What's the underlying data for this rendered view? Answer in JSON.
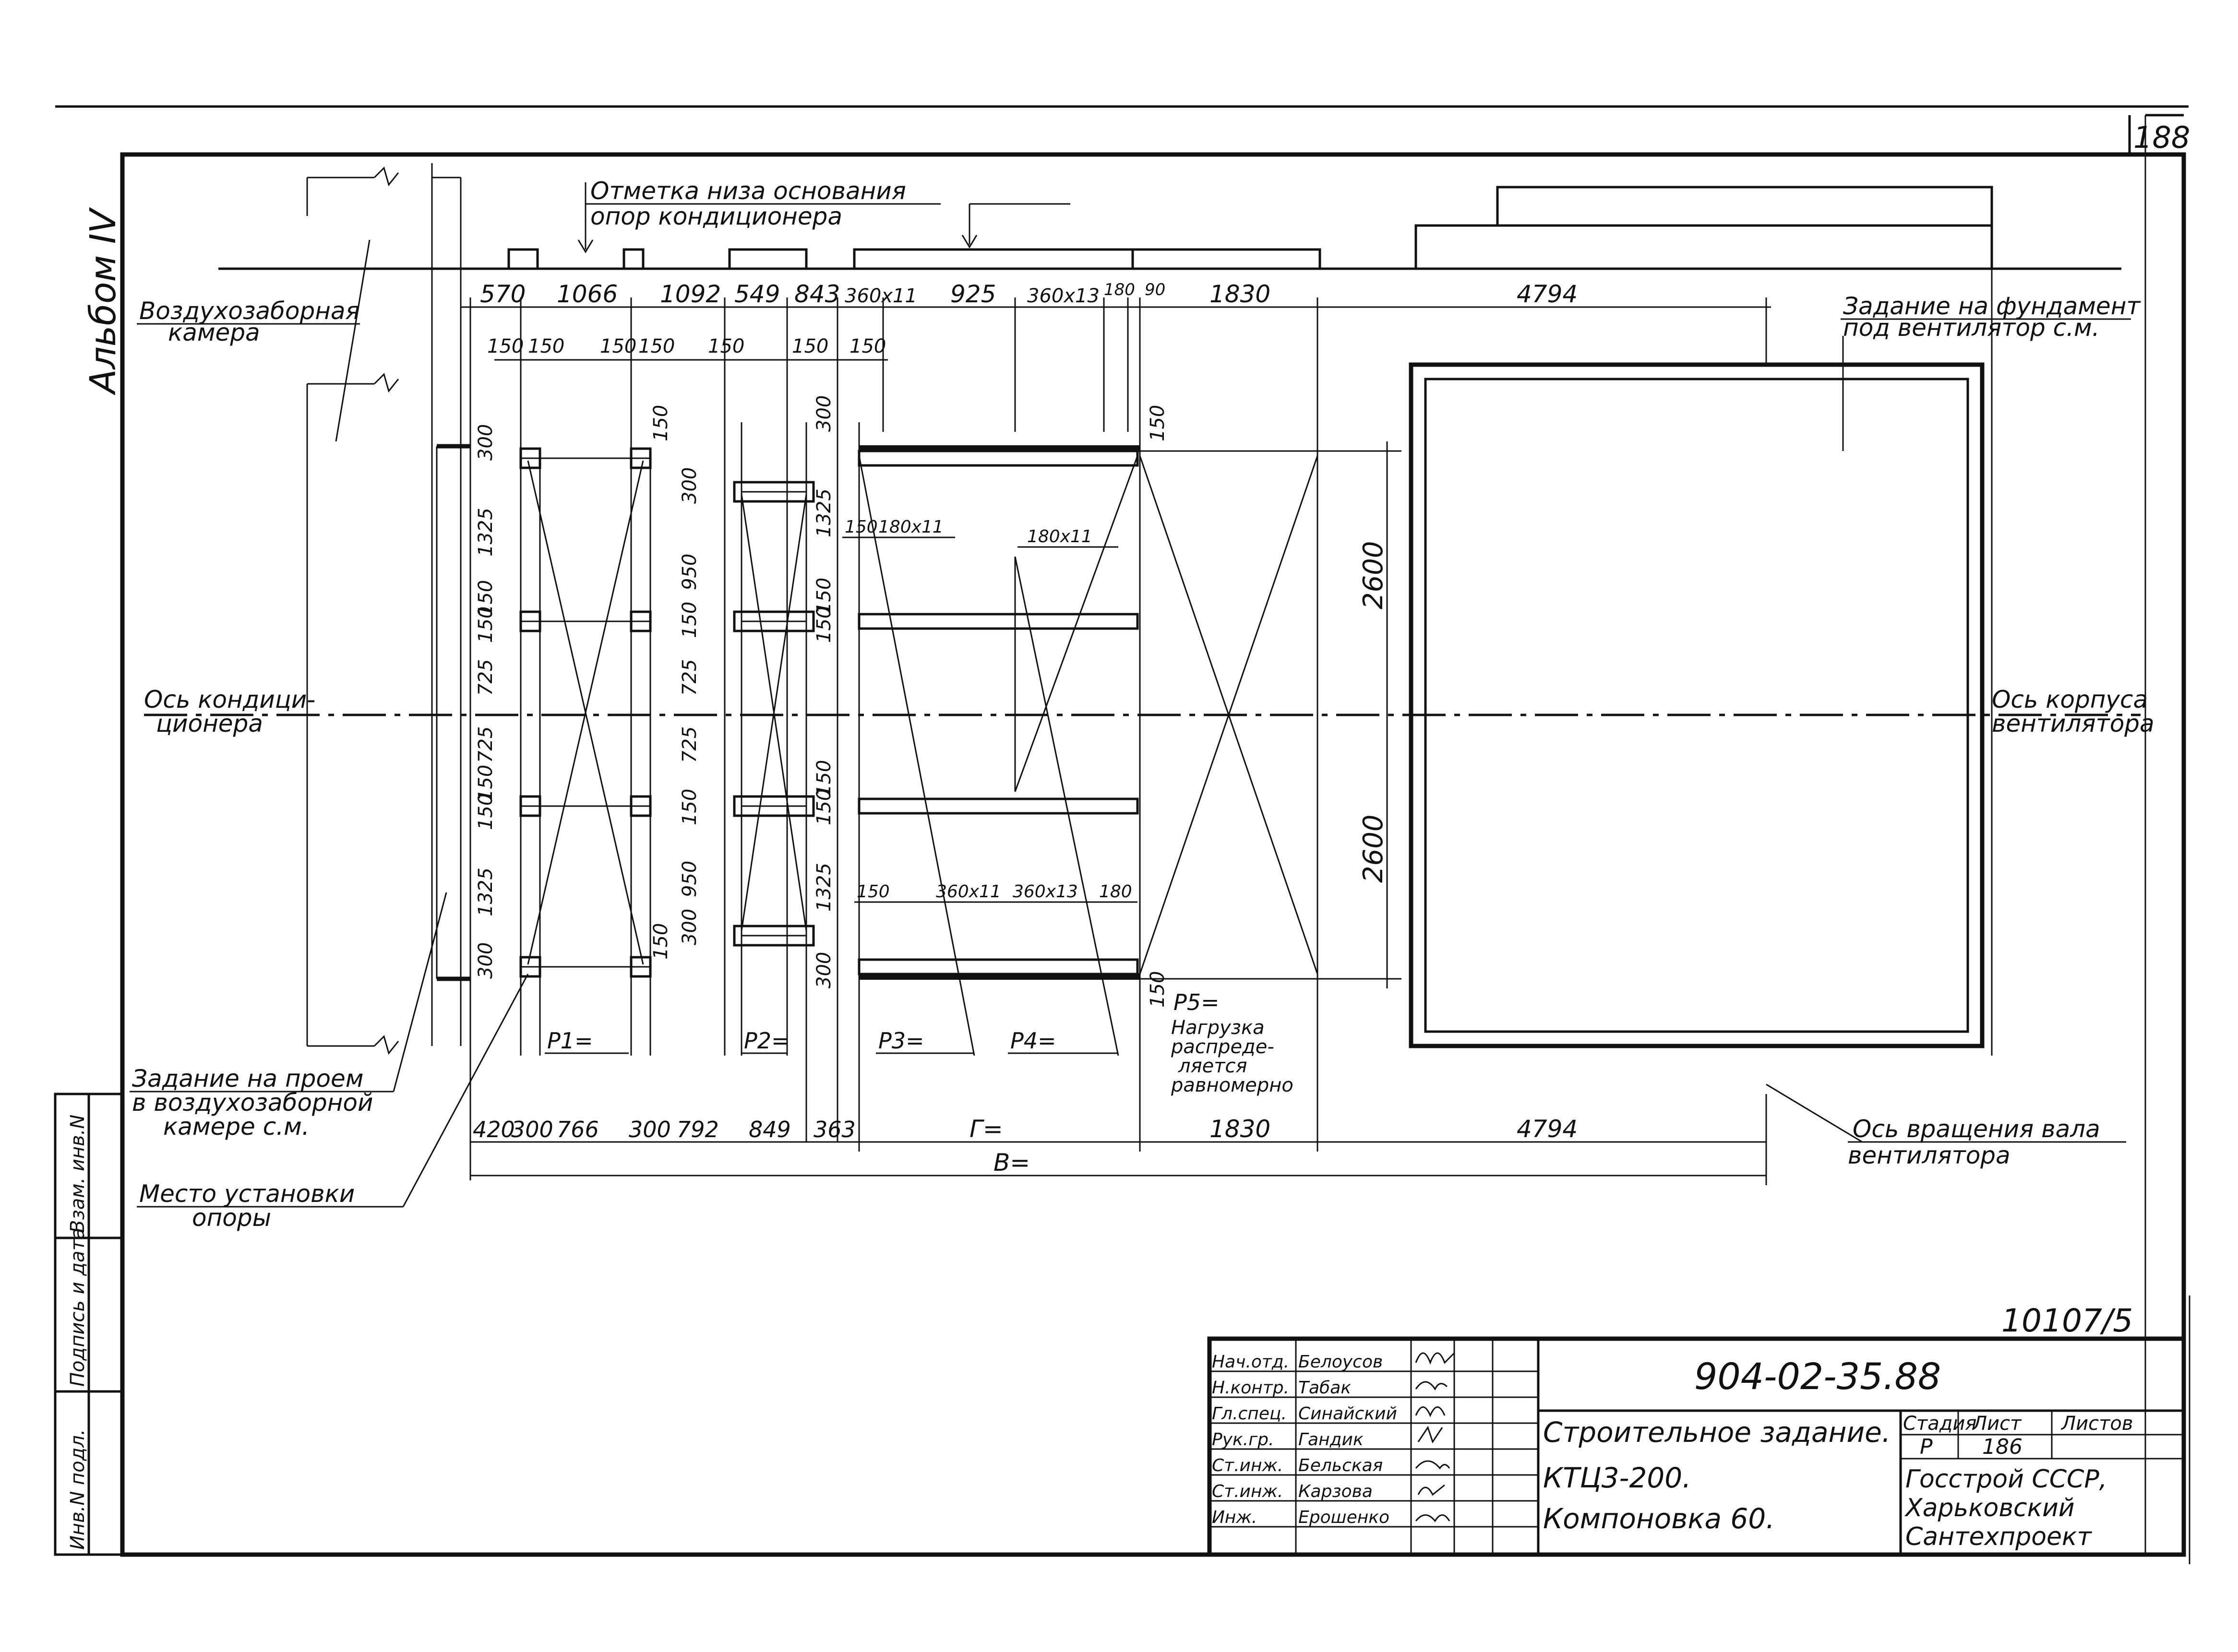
{
  "sheet": {
    "page_number": "188",
    "album_label": "Альбом IV",
    "doc_number": "10107/5"
  },
  "callouts": {
    "base_mark": [
      "Отметка низа основания",
      "опор кондиционера"
    ],
    "intake_chamber": [
      "Воздухозаборная",
      "камера"
    ],
    "fan_foundation": [
      "Задание на фундамент",
      "под вентилятор с.м."
    ],
    "conditioner_axis": [
      "Ось кондици-",
      "ционера"
    ],
    "fan_body_axis": [
      "Ось корпуса",
      "вентилятора"
    ],
    "opening_task": [
      "Задание на проем",
      "в воздухозаборной",
      "камере с.м."
    ],
    "support_place": [
      "Место установки",
      "опоры"
    ],
    "shaft_axis": [
      "Ось вращения вала",
      "вентилятора"
    ],
    "load_p5": [
      "P5=",
      "Нагрузка",
      "распреде-",
      "ляется",
      "равномерно"
    ]
  },
  "dimensions": {
    "top_row": [
      "570",
      "1066",
      "1092",
      "549",
      "843",
      "360x11",
      "925",
      "360x13",
      "180",
      "90",
      "1830",
      "4794"
    ],
    "bottom_row": [
      "420",
      "300",
      "766",
      "300",
      "792",
      "849",
      "363",
      "Г=",
      "1830",
      "4794"
    ],
    "total": "В=",
    "right_vertical": [
      "2600",
      "2600"
    ],
    "small_150": "150",
    "v_left": [
      "300",
      "1325",
      "150",
      "150",
      "725",
      "725",
      "150",
      "150",
      "1325",
      "300"
    ],
    "v_mid": [
      "150",
      "300",
      "950",
      "150",
      "725",
      "725",
      "150",
      "950",
      "300",
      "150"
    ],
    "v_mid2": [
      "300",
      "1325",
      "150",
      "150",
      "150",
      "150",
      "1325",
      "300"
    ],
    "channel_labels": [
      "180x11",
      "180x11",
      "360x11",
      "360x13"
    ]
  },
  "loads": [
    "P1=",
    "P2=",
    "P3=",
    "P4="
  ],
  "title_block": {
    "code": "904-02-35.88",
    "title_lines": [
      "Строительное задание.",
      "КТЦ3-200.",
      "Компоновка 60."
    ],
    "org_lines": [
      "Госстрой СССР,",
      "Харьковский",
      "Сантехпроект"
    ],
    "stage_header": "Стадия",
    "sheet_header": "Лист",
    "sheets_header": "Листов",
    "stage": "Р",
    "sheet_no": "186",
    "staff": [
      {
        "role": "Нач.отд.",
        "name": "Белоусов"
      },
      {
        "role": "Н.контр.",
        "name": "Табак"
      },
      {
        "role": "Гл.спец.",
        "name": "Синайский"
      },
      {
        "role": "Рук.гр.",
        "name": "Гандик"
      },
      {
        "role": "Ст.инж.",
        "name": "Бельская"
      },
      {
        "role": "Ст.инж.",
        "name": "Карзова"
      },
      {
        "role": "Инж.",
        "name": "Ерошенко"
      }
    ]
  },
  "left_stamp": [
    "Инв.N подл.",
    "Подпись и дата",
    "Взам. инв.N"
  ]
}
